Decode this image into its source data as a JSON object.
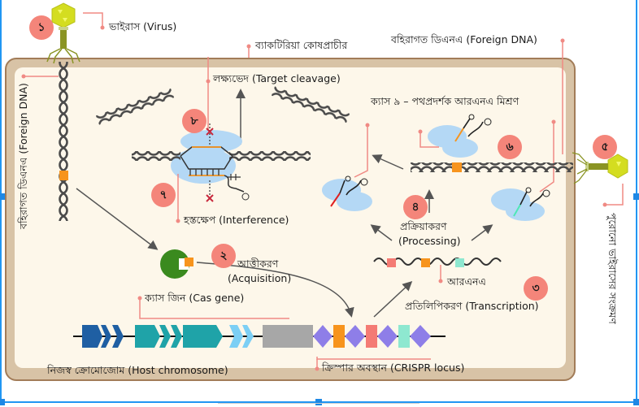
{
  "diagram": {
    "title_cell": "ব্যাকটিরিয়া কোষপ্রাচীর",
    "steps": [
      {
        "num": "১",
        "label": "ভাইরাস (Virus)"
      },
      {
        "num": "২",
        "label_bn": "আত্তীকরণ",
        "label_en": "(Acquisition)"
      },
      {
        "num": "৩",
        "label": "প্রতিলিপিকরণ (Transcription)"
      },
      {
        "num": "৪",
        "label_bn": "প্রক্রিয়াকরণ",
        "label_en": "(Processing)"
      },
      {
        "num": "৫",
        "label": "পুরোনো ভাইরাসের সংক্রমণ"
      },
      {
        "num": "৬",
        "label": "ক্যাস ৯ – পথপ্রদর্শক আরএনএ মিশ্রণ"
      },
      {
        "num": "৭",
        "label": "হস্তক্ষেপ (Interference)"
      },
      {
        "num": "৮",
        "label": "লক্ষ্যভেদ (Target cleavage)"
      }
    ],
    "foreign_dna_left": "বহিরাগত ডিএনএ (Foreign DNA)",
    "foreign_dna_top": "বহিরাগত ডিএনএ (Foreign DNA)",
    "rna_label": "আরএনএ",
    "cas_gene_label": "ক্যাস জিন (Cas gene)",
    "host_chromosome_label": "নিজস্ব ক্রোমোজোম (Host chromosome)",
    "crispr_locus_label": "ক্রিস্পার অবস্থান (CRISPR locus)",
    "colors": {
      "badge": "#f4857a",
      "leader_line": "#f08a84",
      "cell_fill": "#fdf7ea",
      "cell_border": "#a27c58",
      "cell_shadow": "#d8c3a6",
      "dna": "#4a4a4a",
      "spacer_orange": "#f7941d",
      "spacer_red": "#f47b74",
      "spacer_mint": "#8ee8d0",
      "cas_dark_blue": "#1f5fa3",
      "cas_teal": "#1fa3a8",
      "cas_light_blue": "#7ccff5",
      "leader_gray": "#a7a7a7",
      "repeat_purple": "#8e7ee8",
      "cas9_blob": "#b4d8f5",
      "virus_head": "#d4dd20",
      "virus_tail": "#8a9424",
      "green_protein": "#3a8a1e",
      "selection": "#2196f3"
    }
  }
}
